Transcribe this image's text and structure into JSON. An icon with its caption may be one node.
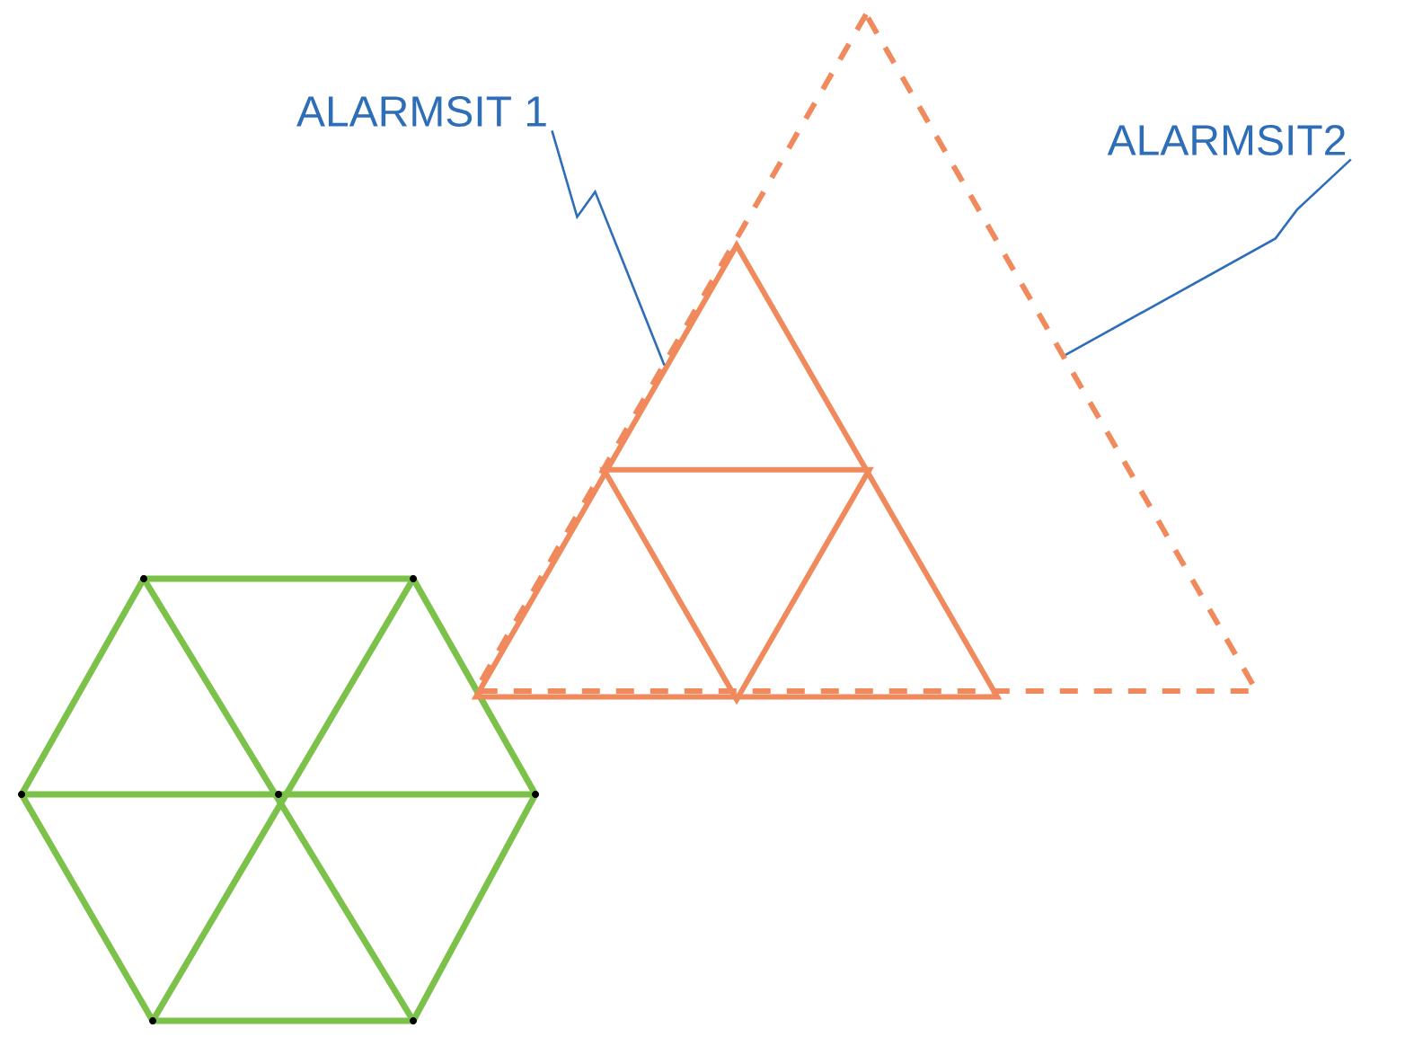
{
  "diagram": {
    "nodes": [
      {
        "text": [
          "ALARMSIT 1"
        ]
      },
      {
        "text": [
          "ALARMSIT2"
        ]
      },
      {
        "text": [],
        "shape": "triangle"
      },
      {
        "text": [],
        "shape": "triangle",
        "in": 2
      }
    ],
    "edges": [
      {
        "from": 0,
        "to": 3,
        "arrow": "none"
      },
      {
        "from": 1,
        "to": 2,
        "arrow": "none"
      }
    ]
  }
}
